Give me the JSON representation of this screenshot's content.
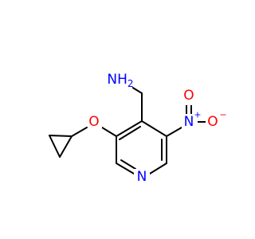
{
  "colors": {
    "bond": "#000000",
    "nitrogen": "#0000ff",
    "oxygen": "#ff0000",
    "background": "#ffffff"
  },
  "atoms": {
    "amine": "NH",
    "amine_sub": "2",
    "ether_oxygen": "O",
    "ring_nitrogen": "N",
    "nitro_nitrogen": "N",
    "nitro_n_charge": "+",
    "nitro_o_top": "O",
    "nitro_o_side": "O",
    "nitro_o_charge": "−"
  }
}
